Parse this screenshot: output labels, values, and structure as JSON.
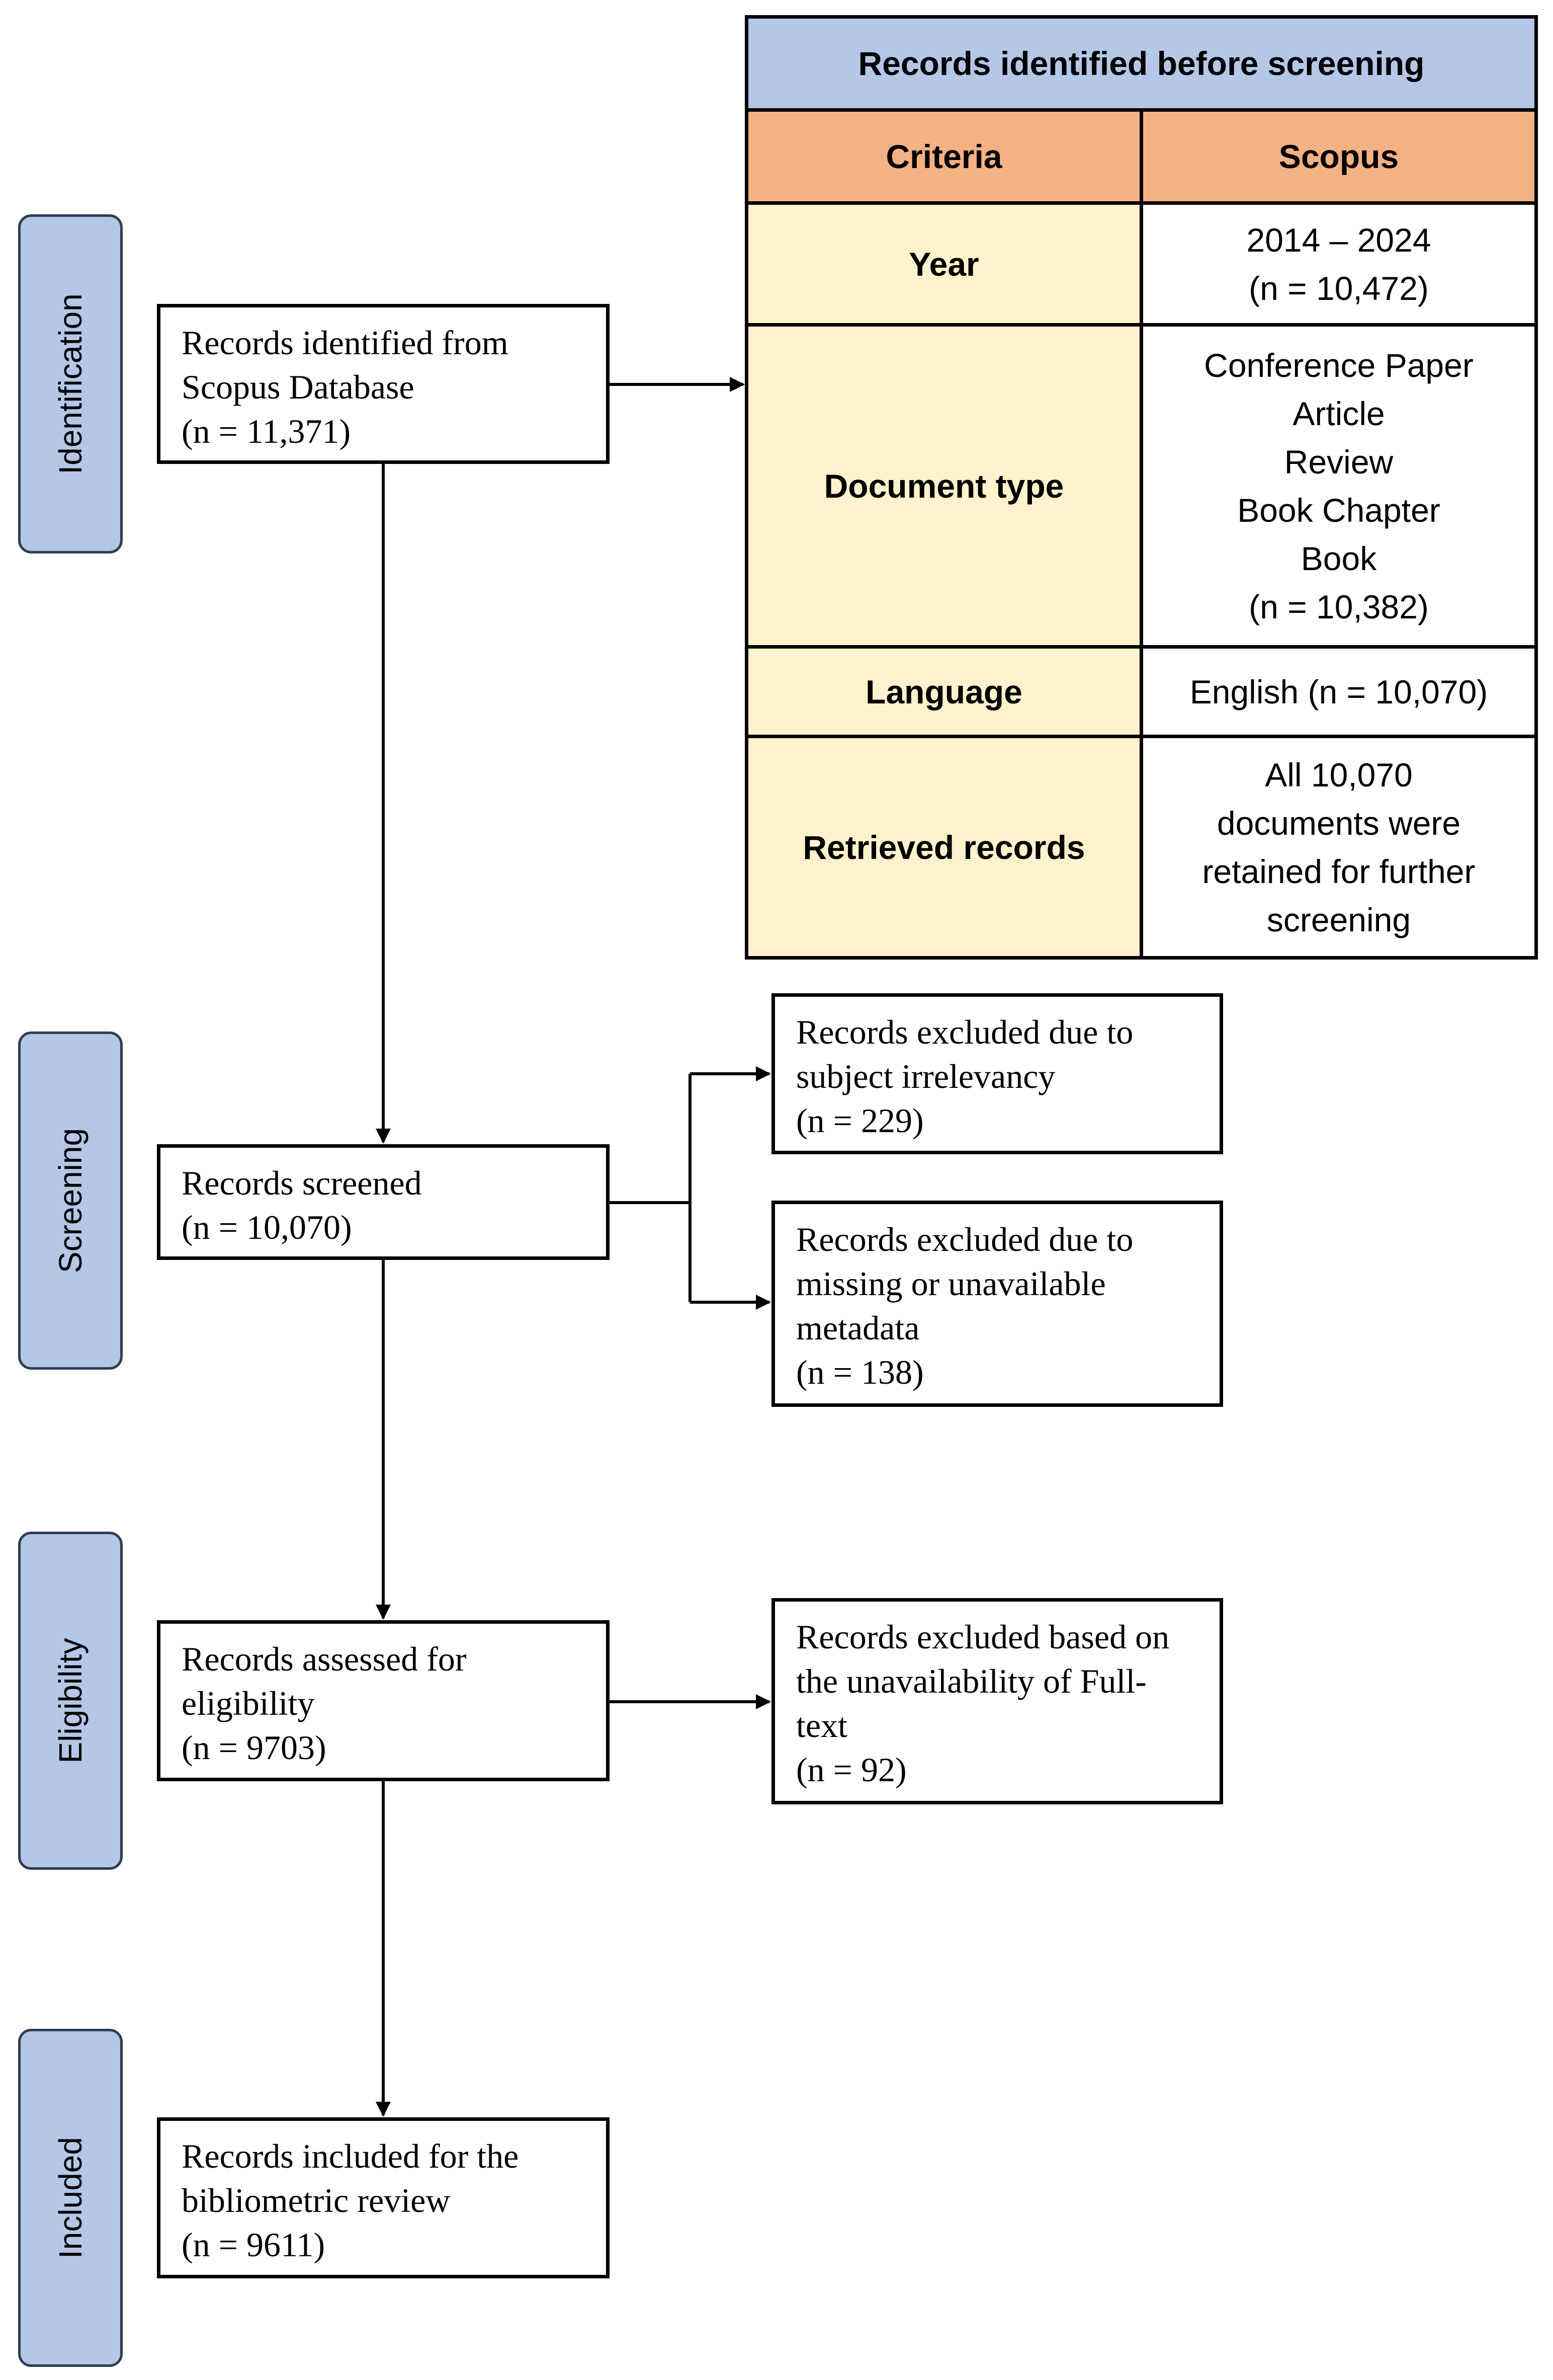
{
  "stages": [
    {
      "id": "identification",
      "label": "Identification"
    },
    {
      "id": "screening",
      "label": "Screening"
    },
    {
      "id": "eligibility",
      "label": "Eligibility"
    },
    {
      "id": "included",
      "label": "Included"
    }
  ],
  "boxes": {
    "identified": {
      "lines": [
        "Records identified from",
        "Scopus Database",
        "(n = 11,371)"
      ]
    },
    "screened": {
      "lines": [
        "Records screened",
        "(n = 10,070)"
      ]
    },
    "excluded_irrelevant": {
      "lines": [
        "Records excluded due to",
        "subject irrelevancy",
        "(n = 229)"
      ]
    },
    "excluded_metadata": {
      "lines": [
        "Records excluded due to",
        "missing or unavailable",
        "metadata",
        "(n = 138)"
      ]
    },
    "assessed": {
      "lines": [
        "Records assessed for",
        "eligibility",
        "(n = 9703)"
      ]
    },
    "excluded_fulltext": {
      "lines": [
        "Records excluded based on",
        "the unavailability of Full-",
        "text",
        "(n = 92)"
      ]
    },
    "included": {
      "lines": [
        "Records included for the",
        "bibliometric review",
        "(n = 9611)"
      ]
    }
  },
  "criteria_table": {
    "title": "Records identified before screening",
    "headers": {
      "criteria": "Criteria",
      "source": "Scopus"
    },
    "rows": [
      {
        "criterion": "Year",
        "value_lines": [
          "2014 – 2024",
          "(n = 10,472)"
        ]
      },
      {
        "criterion": "Document type",
        "value_lines": [
          "Conference Paper",
          "Article",
          "Review",
          "Book Chapter",
          "Book",
          "(n = 10,382)"
        ]
      },
      {
        "criterion": "Language",
        "value_lines": [
          "English (n = 10,070)"
        ]
      },
      {
        "criterion": "Retrieved records",
        "value_lines": [
          "All 10,070",
          "documents were",
          "retained for further",
          "screening"
        ]
      }
    ]
  },
  "colors": {
    "stage_fill": "#b4c7e7",
    "table_title_fill": "#b4c7e7",
    "table_header_fill": "#f4b183",
    "criteria_fill": "#fff2cc"
  }
}
